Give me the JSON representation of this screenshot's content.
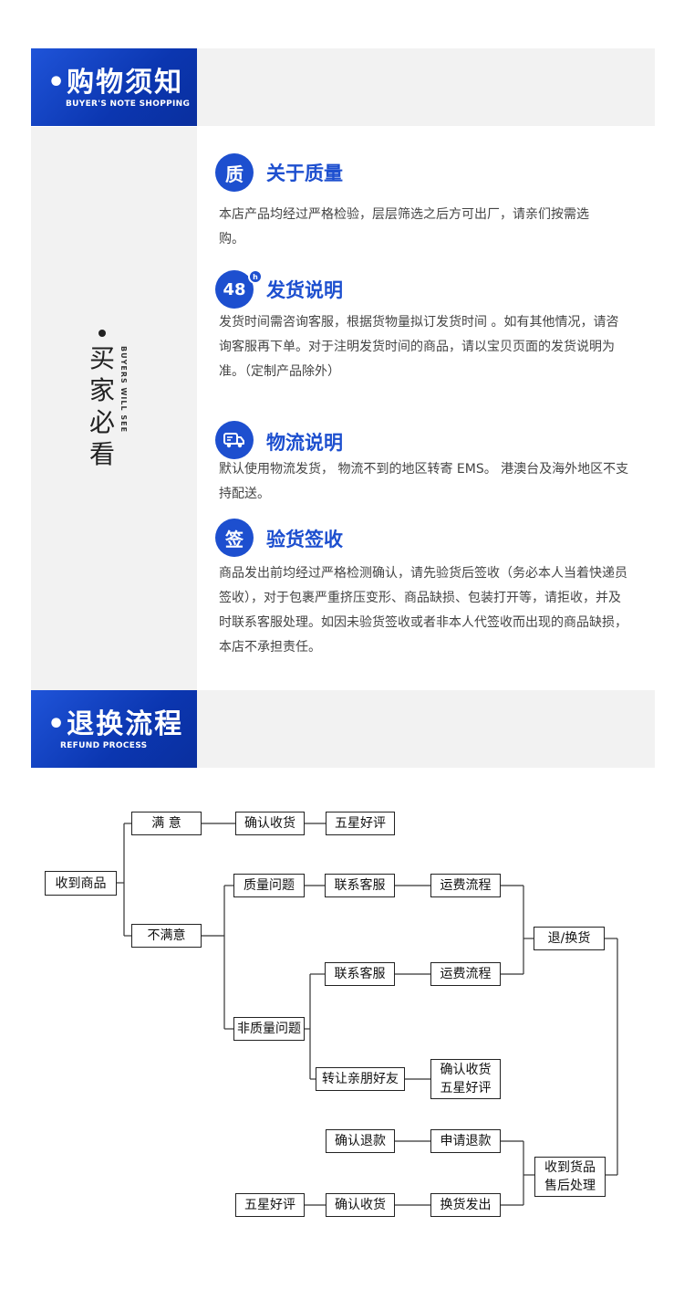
{
  "shopping_notice": {
    "title": "•购物须知",
    "subtitle": "BUYER'S NOTE SHOPPING"
  },
  "buyers": {
    "title_cn": "买家必看",
    "title_en": "BUYERS WILL SEE"
  },
  "notices": [
    {
      "icon_text": "质",
      "icon": "quality-icon",
      "heading": "关于质量",
      "body": "本店产品均经过严格检验，层层筛选之后方可出厂，请亲们按需选购。"
    },
    {
      "icon_text": "48",
      "badge": "h",
      "icon": "48h-clock-icon",
      "heading": "发货说明",
      "body": "发货时间需咨询客服，根据货物量拟订发货时间 。如有其他情况，请咨询客服再下单。对于注明发货时间的商品，请以宝贝页面的发货说明为准。（定制产品除外）"
    },
    {
      "icon": "delivery-truck-icon",
      "heading": "物流说明",
      "body": "默认使用物流发货， 物流不到的地区转寄 EMS。 港澳台及海外地区不支持配送。"
    },
    {
      "icon_text": "签",
      "icon": "sign-icon",
      "heading": "验货签收",
      "body": "商品发出前均经过严格检测确认，请先验货后签收（务必本人当着快递员签收），对于包裹严重挤压变形、商品缺损、包装打开等，请拒收，并及时联系客服处理。如因未验货签收或者非本人代签收而出现的商品缺损，本店不承担责任。"
    }
  ],
  "refund": {
    "title": "•退换流程",
    "subtitle": "REFUND PROCESS"
  },
  "flow": {
    "received": "收到商品",
    "satisfied": "满 意",
    "confirm_receipt_1": "确认收货",
    "five_star_1": "五星好评",
    "unsatisfied": "不满意",
    "quality_issue": "质量问题",
    "contact_service_1": "联系客服",
    "shipping_process_1": "运费流程",
    "return_exchange": "退/换货",
    "non_quality_issue": "非质量问题",
    "contact_service_2": "联系客服",
    "shipping_process_2": "运费流程",
    "transfer_friends": "转让亲朋好友",
    "confirm_five_star_l1": "确认收货",
    "confirm_five_star_l2": "五星好评",
    "confirm_refund": "确认退款",
    "apply_refund": "申请退款",
    "after_sale_l1": "收到货品",
    "after_sale_l2": "售后处理",
    "five_star_2": "五星好评",
    "confirm_receipt_2": "确认收货",
    "exchange_shipped": "换货发出"
  },
  "colors": {
    "brand_blue": "#1d4fcf",
    "panel_gray": "#f2f2f2"
  }
}
